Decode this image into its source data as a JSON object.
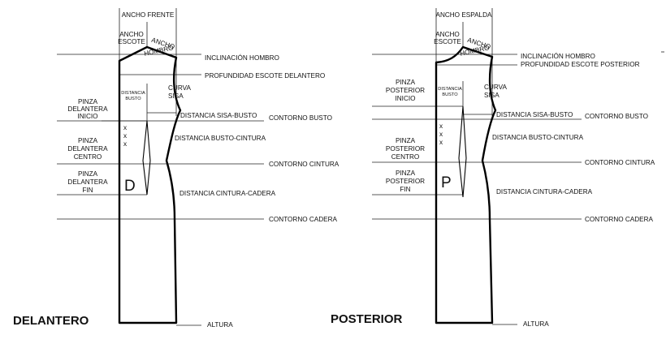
{
  "front": {
    "title": "DELANTERO",
    "letter": "D",
    "labels": {
      "ancho_top": "ANCHO FRENTE",
      "ancho_escote_1": "ANCHO",
      "ancho_escote_2": "ESCOTE",
      "ancho_hombro_1": "ANCHO",
      "ancho_hombro_2": "HOMBRO",
      "inclinacion": "INCLINACIÓN HOMBRO",
      "profundidad": "PROFUNDIDAD ESCOTE DELANTERO",
      "distancia_busto_1": "DISTANCIA",
      "distancia_busto_2": "BUSTO",
      "curva_1": "CURVA",
      "curva_2": "SISA",
      "pinza_inicio": [
        "PINZA",
        "DELANTERA",
        "INICIO"
      ],
      "pinza_centro": [
        "PINZA",
        "DELANTERA",
        "CENTRO"
      ],
      "pinza_fin": [
        "PINZA",
        "DELANTERA",
        "FIN"
      ],
      "sisa_busto": "DISTANCIA SISA-BUSTO",
      "contorno_busto": "CONTORNO BUSTO",
      "busto_cintura": "DISTANCIA BUSTO-CINTURA",
      "contorno_cintura": "CONTORNO CINTURA",
      "cintura_cadera": "DISTANCIA CINTURA-CADERA",
      "contorno_cadera": "CONTORNO  CADERA",
      "altura": "ALTURA",
      "x_marks": [
        "x",
        "x",
        "x"
      ]
    }
  },
  "back": {
    "title": "POSTERIOR",
    "letter": "P",
    "labels": {
      "ancho_top": "ANCHO ESPALDA",
      "ancho_escote_1": "ANCHO",
      "ancho_escote_2": "ESCOTE",
      "ancho_hombro_1": "ANCHO",
      "ancho_hombro_2": "HOMBRO",
      "inclinacion": "INCLINACIÓN HOMBRO",
      "profundidad": "PROFUNDIDAD ESCOTE POSTERIOR",
      "distancia_busto_1": "DISTANCIA",
      "distancia_busto_2": "BUSTO",
      "curva_1": "CURVA",
      "curva_2": "SISA",
      "pinza_inicio": [
        "PINZA",
        "POSTERIOR",
        "INICIO"
      ],
      "pinza_centro": [
        "PINZA",
        "POSTERIOR",
        "CENTRO"
      ],
      "pinza_fin": [
        "PINZA",
        "POSTERIOR",
        "FIN"
      ],
      "sisa_busto": "DISTANCIA SISA-BUSTO",
      "contorno_busto": "CONTORNO BUSTO",
      "busto_cintura": "DISTANCIA BUSTO-CINTURA",
      "contorno_cintura": "CONTORNO CINTURA",
      "cintura_cadera": "DISTANCIA CINTURA-CADERA",
      "contorno_cadera": "CONTORNO  CADERA",
      "altura": "ALTURA",
      "x_marks": [
        "x",
        "x",
        "x"
      ]
    }
  }
}
